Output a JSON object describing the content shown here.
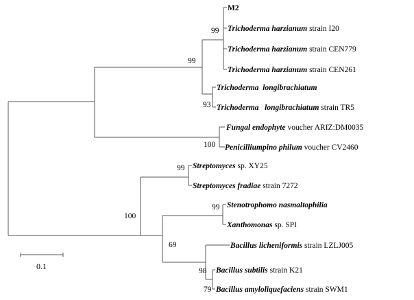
{
  "leaves": [
    {
      "parts": [
        {
          "text": "M2",
          "style": "boldplain"
        }
      ]
    },
    {
      "parts": [
        {
          "text": "Trichoderma harzianum",
          "style": "genus"
        },
        {
          "text": " strain I20",
          "style": "plain"
        }
      ]
    },
    {
      "parts": [
        {
          "text": "Trichoderma harzianum",
          "style": "genus"
        },
        {
          "text": " strain CEN779",
          "style": "plain"
        }
      ]
    },
    {
      "parts": [
        {
          "text": "Trichoderma harzianum",
          "style": "genus"
        },
        {
          "text": " strain CEN261",
          "style": "plain"
        }
      ]
    },
    {
      "parts": [
        {
          "text": "Trichoderma  longibrachiatum",
          "style": "genus"
        }
      ]
    },
    {
      "parts": [
        {
          "text": "Trichoderma   longibrachiatum",
          "style": "genus"
        },
        {
          "text": " strain TR5",
          "style": "plain"
        }
      ]
    },
    {
      "parts": [
        {
          "text": "Fungal endophyte",
          "style": "genus"
        },
        {
          "text": " voucher ARIZ:DM0035",
          "style": "plain"
        }
      ]
    },
    {
      "parts": [
        {
          "text": "Penicilliumpino philum",
          "style": "genus"
        },
        {
          "text": " voucher CV2460",
          "style": "plain"
        }
      ]
    },
    {
      "parts": [
        {
          "text": "Streptomyces",
          "style": "genus"
        },
        {
          "text": " sp. XY25",
          "style": "plain"
        }
      ]
    },
    {
      "parts": [
        {
          "text": "Streptomyces fradiae",
          "style": "genus"
        },
        {
          "text": " strain 7272",
          "style": "plain"
        }
      ]
    },
    {
      "parts": [
        {
          "text": "Stenotrophomo nasmaltophilia",
          "style": "genus"
        }
      ]
    },
    {
      "parts": [
        {
          "text": "Xanthomonas",
          "style": "genus"
        },
        {
          "text": " sp. SPI",
          "style": "plain"
        }
      ]
    },
    {
      "parts": [
        {
          "text": "Bacillus licheniformis",
          "style": "genus"
        },
        {
          "text": " strain LZLJ005",
          "style": "plain"
        }
      ]
    },
    {
      "parts": [
        {
          "text": "Bacillus subtilis",
          "style": "genus"
        },
        {
          "text": " strain K21",
          "style": "plain"
        }
      ]
    },
    {
      "parts": [
        {
          "text": "Bacillus amyloliquefaciens",
          "style": "genus"
        },
        {
          "text": " strain SWM1",
          "style": "plain"
        }
      ]
    }
  ],
  "bootstrap_values": {
    "trichoderma_harzianum_clade": "99",
    "fungi_upper_clade": "99",
    "trichoderma_longibrachiatum_clade": "93",
    "fungal_endophyte_penicillium_clade": "100",
    "streptomyces_clade": "99",
    "bacteria_clade": "100",
    "stenotrophomonas_xanthomonas_clade": "99",
    "proteobacteria_bacillus_clade": "69",
    "bacillus_subtilis_amylo_clade": "98",
    "bacillus_amylo": "79"
  },
  "scale_bar": {
    "label": "0.1"
  },
  "colors": {
    "branch": "#555555",
    "text": "#000000",
    "background": "#ffffff"
  }
}
